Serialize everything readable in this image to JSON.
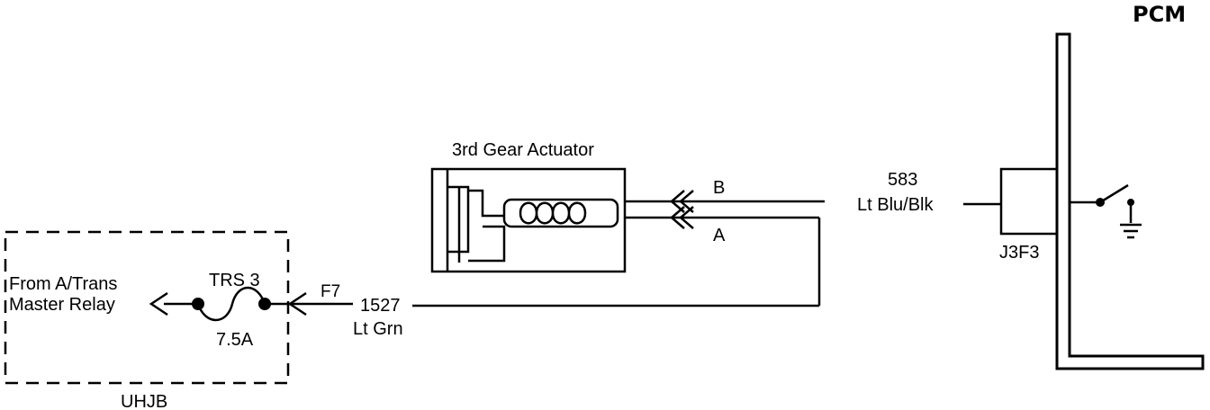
{
  "pcm": {
    "title": "PCM",
    "connector": "J3F3"
  },
  "uhjb": {
    "label": "UHJB",
    "source_line1": "From A/Trans",
    "source_line2": "Master Relay"
  },
  "fuse": {
    "name": "TRS 3",
    "rating": "7.5A",
    "cavity": "F7"
  },
  "circuit_1527": {
    "number": "1527",
    "color": "Lt Grn"
  },
  "circuit_583": {
    "number": "583",
    "color": "Lt Blu/Blk"
  },
  "actuator": {
    "title": "3rd Gear Actuator",
    "terminal_a": "A",
    "terminal_b": "B"
  }
}
